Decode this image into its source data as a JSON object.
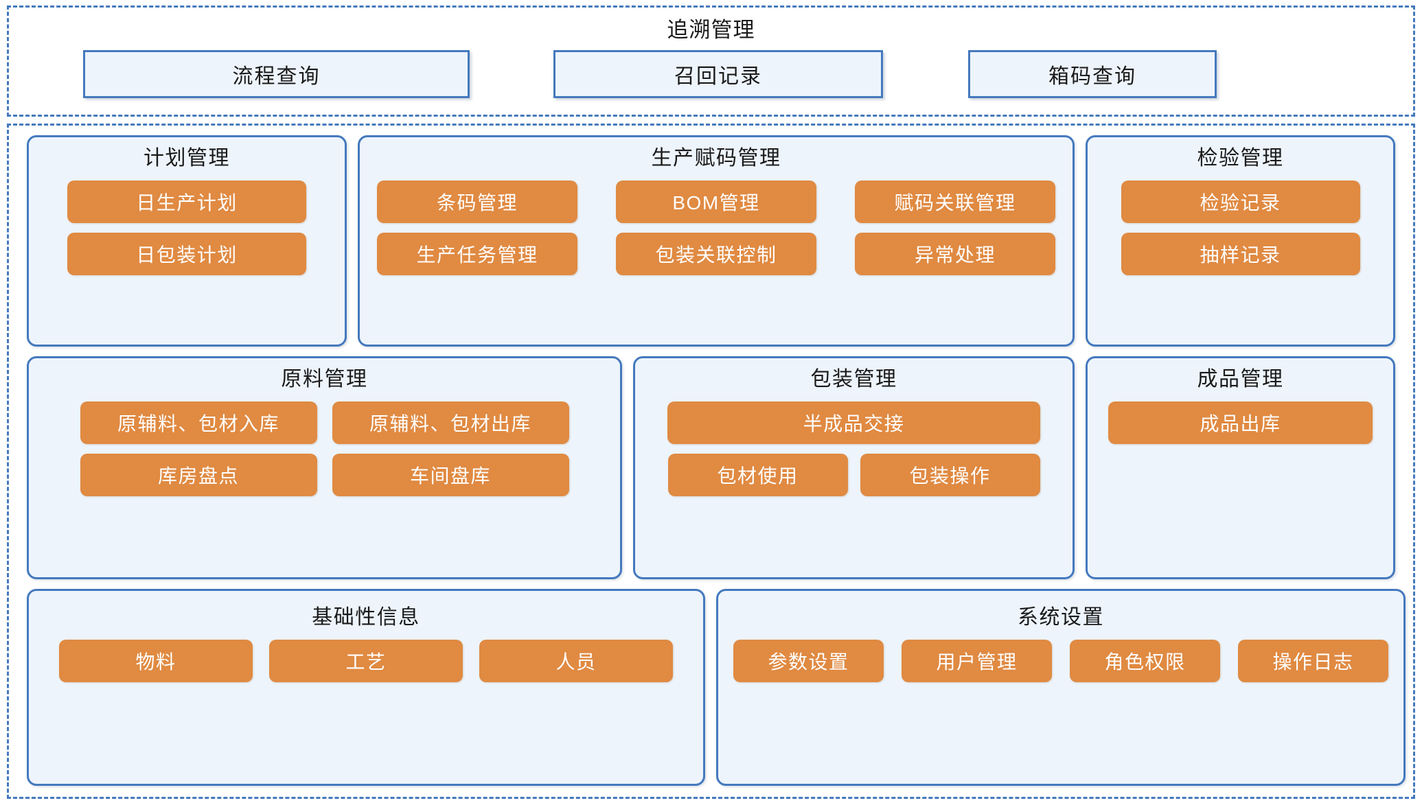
{
  "colors": {
    "accent_blue": "#4479BD",
    "card_background": "#EDF4FC",
    "pill_orange": "#E08A42",
    "pill_text": "#FFFFFF",
    "page_background": "#FFFFFF",
    "text": "#1A1A1A"
  },
  "top_section": {
    "title": "追溯管理",
    "buttons": [
      {
        "label": "流程查询"
      },
      {
        "label": "召回记录"
      },
      {
        "label": "箱码查询"
      }
    ]
  },
  "main_section": {
    "rows": [
      {
        "cards": [
          {
            "title": "计划管理",
            "button_rows": [
              [
                "日生产计划"
              ],
              [
                "日包装计划"
              ]
            ]
          },
          {
            "title": "生产赋码管理",
            "button_rows": [
              [
                "条码管理",
                "BOM管理",
                "赋码关联管理"
              ],
              [
                "生产任务管理",
                "包装关联控制",
                "异常处理"
              ]
            ]
          },
          {
            "title": "检验管理",
            "button_rows": [
              [
                "检验记录"
              ],
              [
                "抽样记录"
              ]
            ]
          }
        ]
      },
      {
        "cards": [
          {
            "title": "原料管理",
            "button_rows": [
              [
                "原辅料、包材入库",
                "原辅料、包材出库"
              ],
              [
                "库房盘点",
                "车间盘库"
              ]
            ]
          },
          {
            "title": "包装管理",
            "button_rows": [
              [
                "半成品交接"
              ],
              [
                "包材使用",
                "包装操作"
              ]
            ]
          },
          {
            "title": "成品管理",
            "button_rows": [
              [
                "成品出库"
              ]
            ]
          }
        ]
      },
      {
        "cards": [
          {
            "title": "基础性信息",
            "button_rows": [
              [
                "物料",
                "工艺",
                "人员"
              ]
            ]
          },
          {
            "title": "系统设置",
            "button_rows": [
              [
                "参数设置",
                "用户管理",
                "角色权限",
                "操作日志"
              ]
            ]
          }
        ]
      }
    ]
  }
}
